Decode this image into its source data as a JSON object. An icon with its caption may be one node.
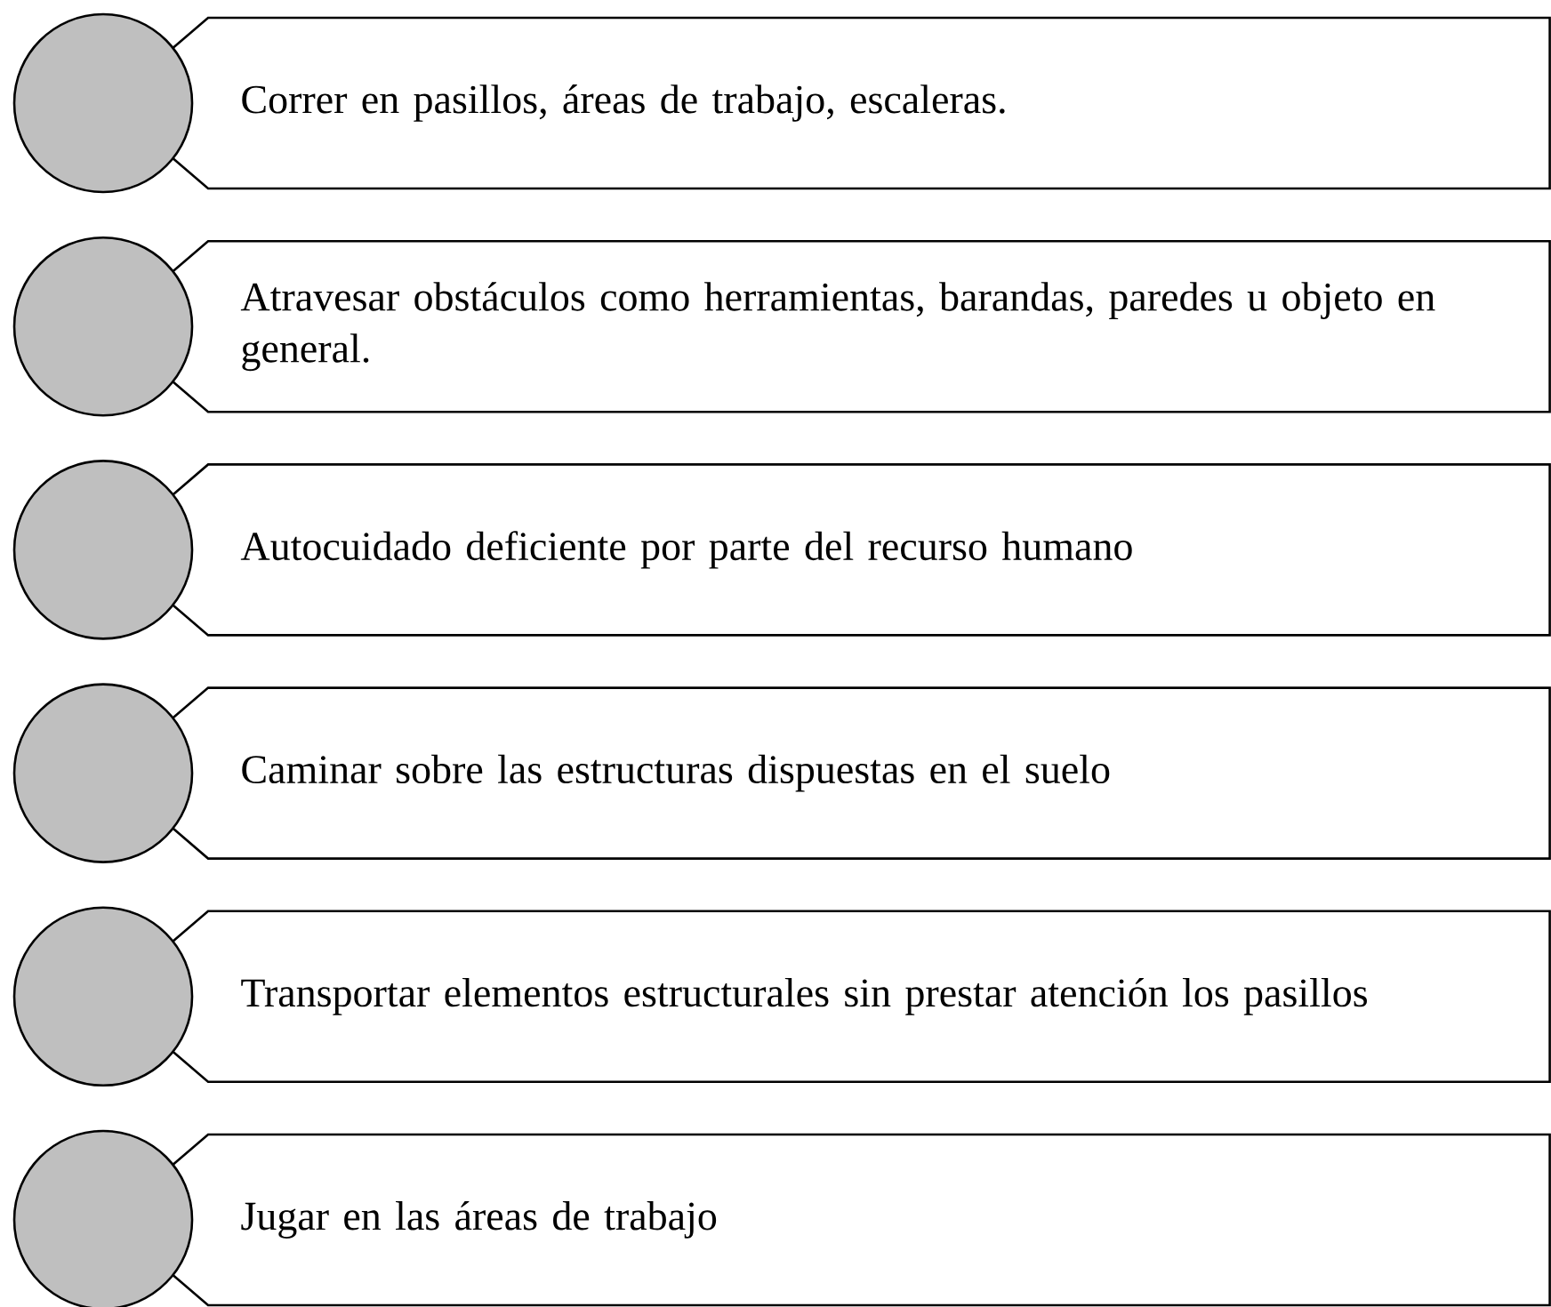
{
  "diagram": {
    "nodes": [
      {
        "text": [],
        "shape": "circle"
      },
      {
        "text": [
          "Correr en pasillos, áreas de trabajo, escaleras."
        ]
      },
      {
        "text": [],
        "shape": "circle"
      },
      {
        "text": [
          "Atravesar obstáculos como herramientas, barandas, paredes u objeto en general."
        ]
      },
      {
        "text": [],
        "shape": "circle"
      },
      {
        "text": [
          "Autocuidado deficiente por parte del recurso humano"
        ]
      },
      {
        "text": [],
        "shape": "circle"
      },
      {
        "text": [
          "Caminar sobre las estructuras dispuestas en el suelo"
        ]
      },
      {
        "text": [],
        "shape": "circle"
      },
      {
        "text": [
          "Transportar elementos estructurales sin prestar atención los pasillos"
        ]
      },
      {
        "text": [],
        "shape": "circle"
      },
      {
        "text": [
          "Jugar en las áreas de trabajo"
        ]
      }
    ]
  }
}
